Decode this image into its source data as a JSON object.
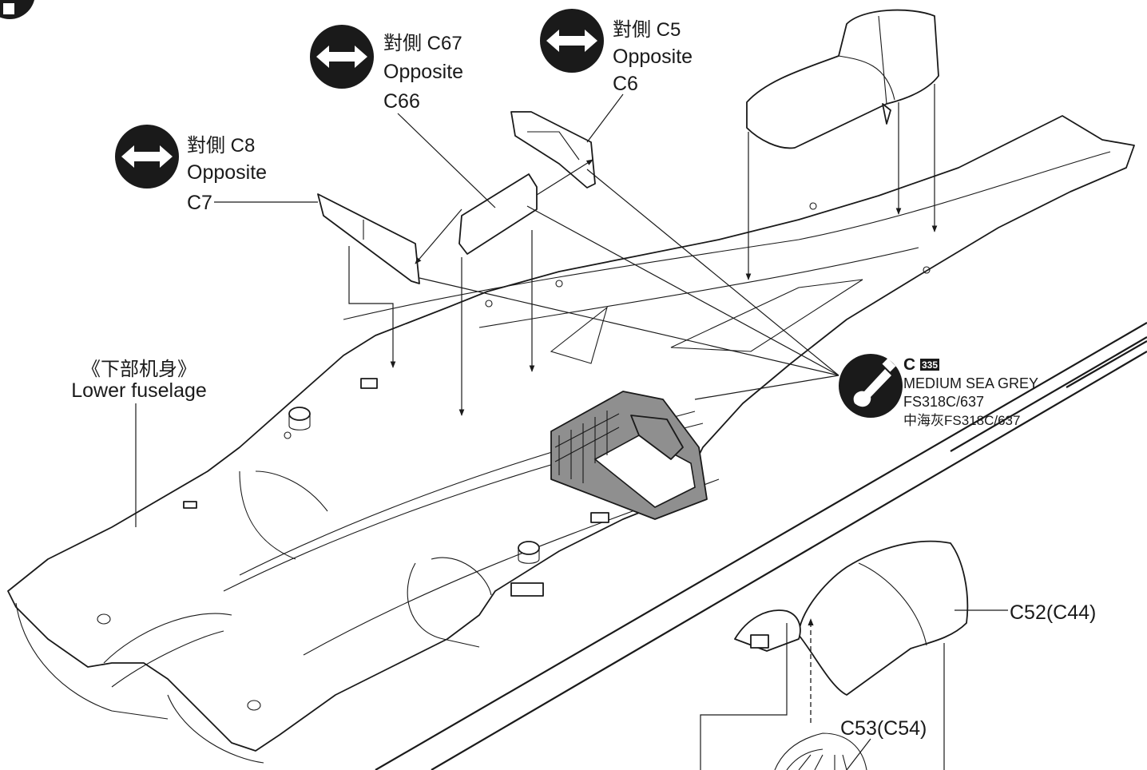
{
  "labels": {
    "c8_cn": "對側 C8",
    "c8_en": "Opposite",
    "c7": "C7",
    "c67_cn": "對側 C67",
    "c67_en": "Opposite",
    "c66": "C66",
    "c5_cn": "對側 C5",
    "c5_en": "Opposite",
    "c6": "C6",
    "lower_fuselage_cn": "《下部机身》",
    "lower_fuselage_en": "Lower fuselage",
    "c52": "C52(C44)",
    "c53": "C53(C54)"
  },
  "paint": {
    "code_letter": "C",
    "code_number": "335",
    "name": "MEDIUM SEA GREY",
    "fs": "FS318C/637",
    "cn": "中海灰FS318C/637",
    "highlight_color": "#8f8f8f"
  },
  "icons": {
    "opposite": "double-arrow-icon",
    "paint": "paintbrush-icon",
    "step": "step-number-icon"
  }
}
